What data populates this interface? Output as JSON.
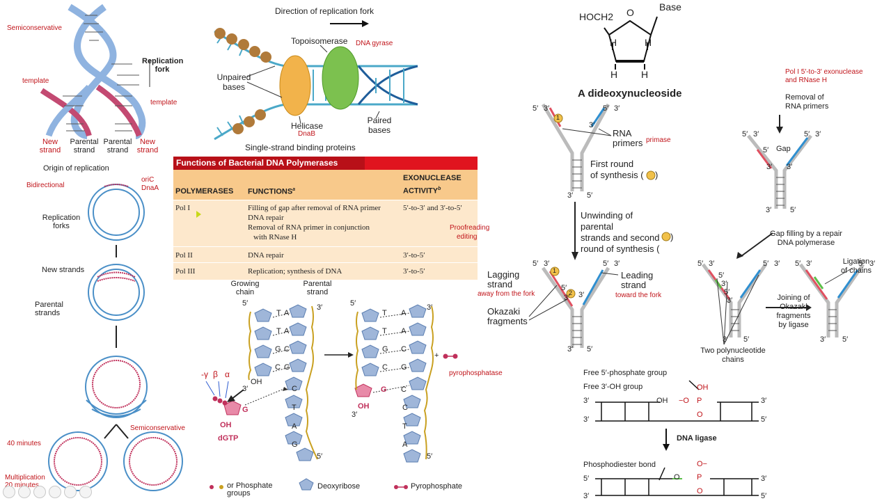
{
  "colors": {
    "annotation_red": "#c0141a",
    "strand_blue": "#4a7fc7",
    "strand_pink": "#b8305b",
    "table_title": "#e0141f"
  },
  "left_panel": {
    "fork": {
      "semiconservative": "Semiconservative",
      "template_left": "template",
      "template_right": "template",
      "replication_fork": "Replication\nfork",
      "new_strand": "New\nstrand",
      "parental_strand": "Parental\nstrand"
    },
    "circle": {
      "origin": "Origin of replication",
      "bidirectional": "Bidirectional",
      "oric": "oriC",
      "dnaa": "DnaA",
      "replication_forks": "Replication\nforks",
      "new_strands": "New strands",
      "parental_strands": "Parental\nstrands",
      "semiconservative": "Semiconservative",
      "forty_min": "40 minutes",
      "multiplication": "Multiplication",
      "twenty_min": "20 minutes"
    }
  },
  "top_center": {
    "direction": "Direction of replication fork",
    "topoisomerase": "Topoisomerase",
    "dna_gyrase": "DNA gyrase",
    "unpaired": "Unpaired\nbases",
    "helicase": "Helicase",
    "dnab": "DnaB",
    "paired": "Paired\nbases",
    "ssb": "Single-strand binding proteins"
  },
  "table": {
    "title": "Functions of Bacterial DNA Polymerases",
    "headers": {
      "col1": "POLYMERASES",
      "col2": "FUNCTIONS",
      "col2_sup": "a",
      "col3": "EXONUCLEASE\nACTIVITY",
      "col3_sup": "b"
    },
    "rows": [
      {
        "name": "Pol I",
        "functions": [
          "Filling of gap after removal of RNA primer",
          "DNA repair",
          "Removal of RNA primer in conjunction",
          "with RNase H"
        ],
        "activity": "5′-to-3′ and 3′-to-5′"
      },
      {
        "name": "Pol II",
        "functions": [
          "DNA repair"
        ],
        "activity": "3′-to-5′"
      },
      {
        "name": "Pol III",
        "functions": [
          "Replication; synthesis of DNA"
        ],
        "activity": "3′-to-5′"
      }
    ],
    "proofreading": "Proofreading",
    "editing": "editing"
  },
  "polymerization": {
    "growing_chain": "Growing\nchain",
    "parental_strand": "Parental\nstrand",
    "five_prime": "5′",
    "three_prime": "3′",
    "oh": "OH",
    "left_bases": [
      [
        "T",
        "A"
      ],
      [
        "T",
        "A"
      ],
      [
        "G",
        "C"
      ],
      [
        "C",
        "G"
      ]
    ],
    "right_bases": [
      [
        "T",
        "A"
      ],
      [
        "T",
        "A"
      ],
      [
        "G",
        "C"
      ],
      [
        "C",
        "G"
      ],
      [
        "G",
        "C"
      ]
    ],
    "template_tail": [
      "C",
      "T",
      "A",
      "G"
    ],
    "gamma": "-γ",
    "beta": "β",
    "alpha": "α",
    "g": "G",
    "dgtp": "dGTP",
    "pyrophosphatase": "pyrophosphatase",
    "plus": "+",
    "legend": {
      "phosphate": "or  Phosphate\ngroups",
      "deoxyribose": "Deoxyribose",
      "pyrophosphate": "Pyrophosphate"
    }
  },
  "top_right": {
    "hoch2": "HOCH2",
    "o": "O",
    "base": "Base",
    "h": "H",
    "title": "A dideoxynucleoside"
  },
  "okazaki": {
    "five": "5′",
    "three": "3′",
    "one": "1",
    "two": "2",
    "rna_primers": "RNA\nprimers",
    "primase": "primase",
    "first_round": "First round\nof synthesis (",
    "second_round": "Unwinding of parental\nstrands and second\nround of synthesis (",
    "lagging": "Lagging\nstrand",
    "away": "away from the fork",
    "leading": "Leading\nstrand",
    "toward": "toward the fork",
    "okazaki_frag": "Okazaki\nfragments"
  },
  "far_right": {
    "pol1": "Pol I 5′-to-3′ exonuclease",
    "rnaseh": "and RNase H",
    "removal": "Removal of\nRNA primers",
    "gap": "Gap",
    "gap_fill": "Gap filling by a repair\nDNA polymerase",
    "ligation": "Ligation\nof chains",
    "joining": "Joining of\nOkazaki fragments\nby ligase",
    "two_chains": "Two polynucleotide\nchains"
  },
  "ligase": {
    "free5": "Free 5′-phosphate group",
    "free3": "Free 3′-OH group",
    "oh": "OH",
    "o_minus": "−O",
    "p": "P",
    "o": "O",
    "o_neg": "O−",
    "dna_ligase": "DNA ligase",
    "phosphodiester": "Phosphodiester bond",
    "three": "3′",
    "five": "5′"
  }
}
